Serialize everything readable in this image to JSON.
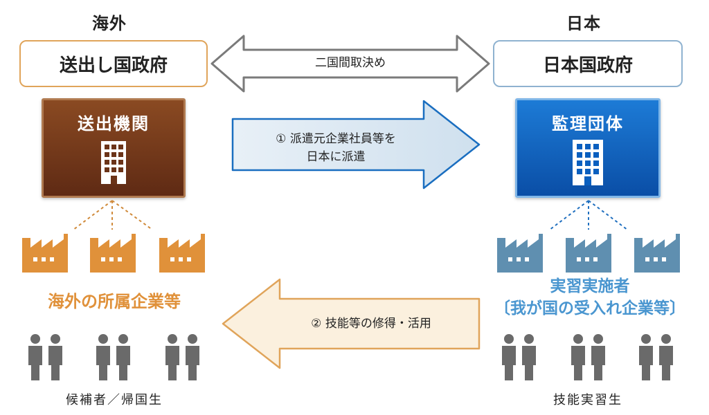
{
  "left": {
    "region": "海外",
    "government": "送出し国政府",
    "organization": "送出機関",
    "companies": "海外の所属企業等",
    "people": "候補者／帰国生"
  },
  "right": {
    "region": "日本",
    "government": "日本国政府",
    "organization": "監理団体",
    "companies_line1": "実習実施者",
    "companies_line2": "〔我が国の受入れ企業等〕",
    "people": "技能実習生"
  },
  "arrows": {
    "agreement": "二国間取決め",
    "dispatch_line1": "① 派遣元企業社員等を",
    "dispatch_line2": "日本に派遣",
    "return": "② 技能等の修得・活用"
  },
  "icons": {
    "building": "office-building-icon",
    "factory": "factory-icon",
    "person": "person-icon"
  },
  "colors": {
    "orange": "#e0913a",
    "orange_light": "#fbf0de",
    "brown": "#6b3318",
    "blue": "#0a5fbf",
    "blue_light": "#dce8f3",
    "steel": "#5f8fb0",
    "person": "#6a6a6a"
  }
}
